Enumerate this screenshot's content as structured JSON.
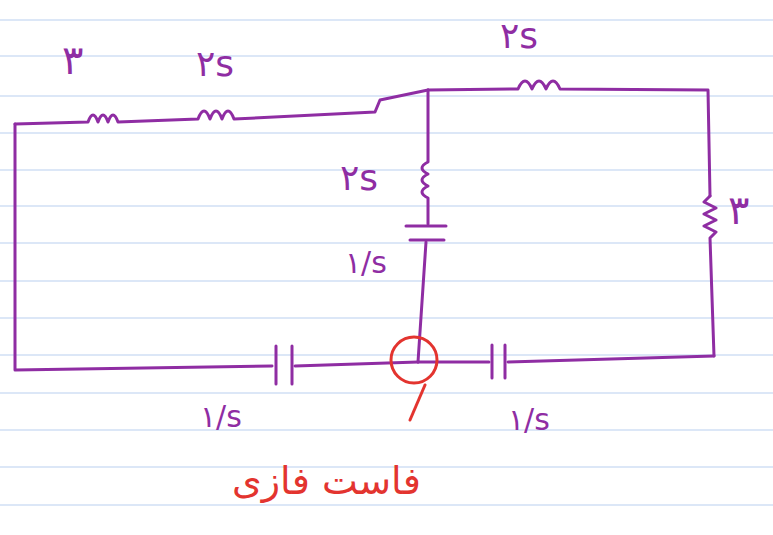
{
  "diagram": {
    "labels": [
      "۳",
      "۲s",
      "۲s",
      "۲s",
      "۱/s",
      "۳",
      "۱/s",
      "۱/s",
      "فاست فازی"
    ]
  }
}
